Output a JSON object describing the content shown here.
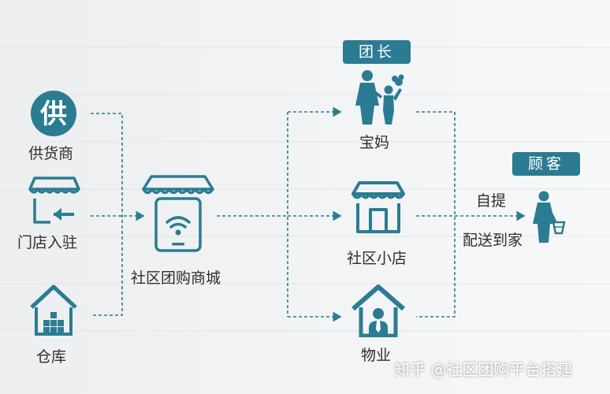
{
  "colors": {
    "primary": "#2b7c92",
    "tag_bg": "#2b7c92",
    "text": "#2e2e2e",
    "background": "#f3f4f6"
  },
  "sources": [
    {
      "label": "供货商",
      "icon": "supplier-icon",
      "glyph": "供"
    },
    {
      "label": "门店入驻",
      "icon": "store-checkin-icon"
    },
    {
      "label": "仓库",
      "icon": "warehouse-icon"
    }
  ],
  "platform": {
    "label": "社区团购商城",
    "icon": "mobile-store-wifi-icon"
  },
  "role_tag": "团长",
  "roles": [
    {
      "label": "宝妈",
      "icon": "mother-child-icon"
    },
    {
      "label": "社区小店",
      "icon": "shop-icon"
    },
    {
      "label": "物业",
      "icon": "property-house-icon"
    }
  ],
  "customer": {
    "tag": "顾客",
    "icon": "customer-shopping-icon"
  },
  "delivery": {
    "pickup": "自提",
    "home": "配送到家"
  },
  "watermark": "知乎 @社区团购平台搭建"
}
